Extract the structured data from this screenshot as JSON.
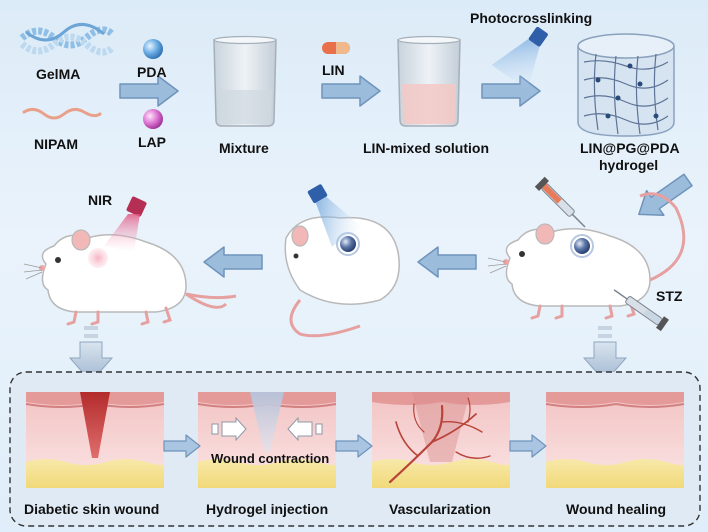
{
  "labels": {
    "gelma": "GelMA",
    "nipam": "NIPAM",
    "pda": "PDA",
    "lap": "LAP",
    "mixture": "Mixture",
    "lin": "LIN",
    "lin_mixed": "LIN-mixed solution",
    "photocrosslinking": "Photocrosslinking",
    "hydrogel_line1": "LIN@PG@PDA",
    "hydrogel_line2": "hydrogel",
    "nir": "NIR",
    "stz": "STZ",
    "wound_contraction": "Wound contraction",
    "stage1": "Diabetic skin wound",
    "stage2": "Hydrogel injection",
    "stage3": "Vascularization",
    "stage4": "Wound healing"
  },
  "colors": {
    "arrow_fill": "#9cbcdc",
    "arrow_stroke": "#6f93bb",
    "skin_top": "#e9a6a6",
    "dermis": "#f6d2d2",
    "fat": "#f4e39a",
    "wound_red": "#c23b3b",
    "vessel": "#b8443a",
    "mouse_body": "#ffffff",
    "mouse_outline": "#b9b9b9",
    "mouse_ear": "#f2b8b8"
  },
  "icons": [
    "beaker-icon",
    "capsule-icon",
    "light-pen-icon",
    "syringe-icon",
    "mouse-icon",
    "hydrogel-network-icon",
    "sphere-icon"
  ]
}
